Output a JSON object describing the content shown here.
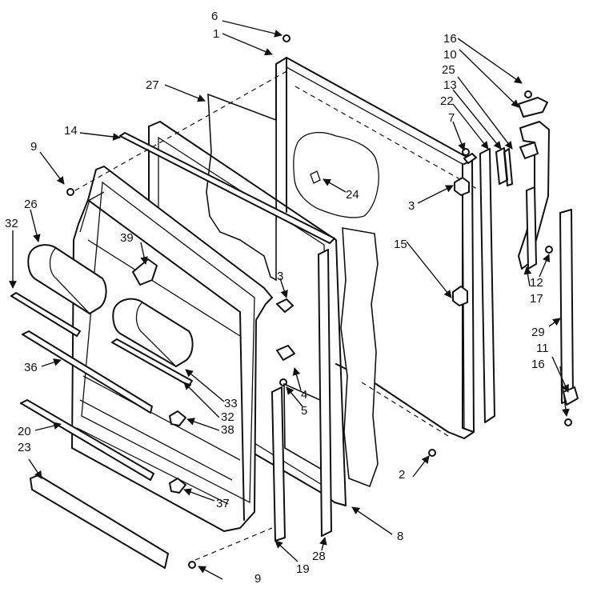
{
  "diagram": {
    "part_labels": {
      "p1": "1",
      "p2": "2",
      "p3a": "3",
      "p3b": "3",
      "p4": "4",
      "p5": "5",
      "p6": "6",
      "p7": "7",
      "p8": "8",
      "p9a": "9",
      "p9b": "9",
      "p10": "10",
      "p11": "11",
      "p12": "12",
      "p13": "13",
      "p14": "14",
      "p15": "15",
      "p16a": "16",
      "p16b": "16",
      "p17": "17",
      "p19": "19",
      "p20": "20",
      "p22": "22",
      "p23": "23",
      "p24": "24",
      "p25": "25",
      "p26": "26",
      "p27": "27",
      "p28": "28",
      "p29": "29",
      "p32a": "32",
      "p32b": "32",
      "p33": "33",
      "p36": "36",
      "p37": "37",
      "p38": "38",
      "p39": "39"
    }
  }
}
